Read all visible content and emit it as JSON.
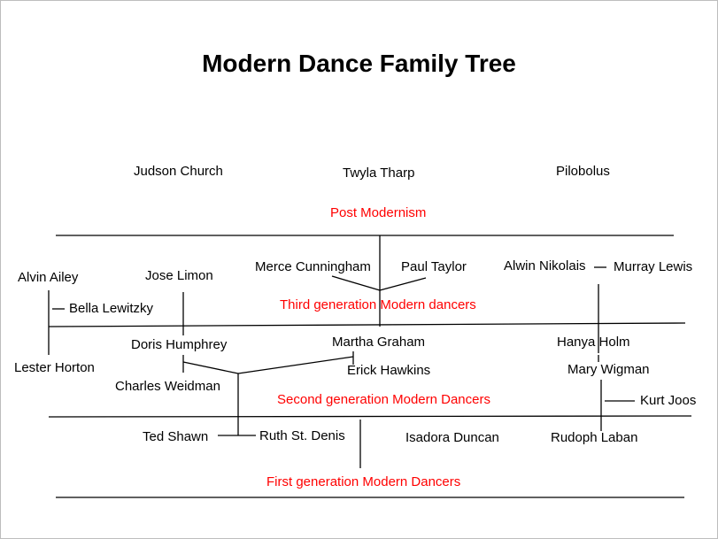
{
  "title": "Modern Dance Family Tree",
  "colors": {
    "generation_label": "#ff0000",
    "text": "#000000",
    "line": "#000000"
  },
  "generations": {
    "post_modernism": "Post Modernism",
    "third": "Third generation Modern dancers",
    "second": "Second generation Modern Dancers",
    "first": "First generation Modern Dancers"
  },
  "dancers": {
    "judson_church": "Judson Church",
    "twyla_tharp": "Twyla Tharp",
    "pilobolus": "Pilobolus",
    "alvin_ailey": "Alvin Ailey",
    "bella_lewitzky": "Bella Lewitzky",
    "lester_horton": "Lester Horton",
    "jose_limon": "Jose Limon",
    "merce_cunningham": "Merce Cunningham",
    "paul_taylor": "Paul Taylor",
    "alwin_nikolais": "Alwin Nikolais",
    "murray_lewis": "Murray Lewis",
    "doris_humphrey": "Doris Humphrey",
    "charles_weidman": "Charles Weidman",
    "martha_graham": "Martha Graham",
    "erick_hawkins": "Erick Hawkins",
    "hanya_holm": "Hanya Holm",
    "mary_wigman": "Mary Wigman",
    "kurt_joos": "Kurt Joos",
    "ted_shawn": "Ted Shawn",
    "ruth_st_denis": "Ruth St. Denis",
    "isadora_duncan": "Isadora Duncan",
    "rudoph_laban": "Rudoph Laban"
  }
}
